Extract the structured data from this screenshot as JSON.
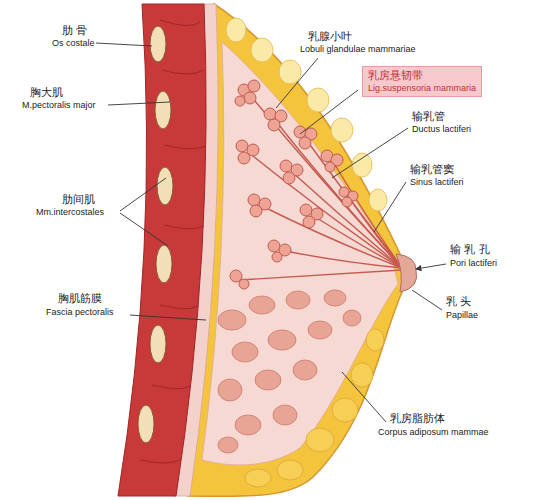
{
  "diagram": {
    "nodes": [
      {
        "text": [
          "乳房悬韧带",
          "Lig.suspensoria mammaria"
        ]
      }
    ],
    "labels": [
      "肋 骨",
      "Os costale",
      "胸大肌",
      "M.pectoralis major",
      "肋间肌",
      "Mm.intercostales",
      "胸肌筋膜",
      "Fascia pectoralis",
      "乳腺小叶",
      "Lobuli glandulae mammariae",
      "输乳管",
      "Ductus lactiferi",
      "输乳管窦",
      "Sinus lactiferi",
      "输 乳 孔",
      "Pori lactiferi",
      "乳 头",
      "Papillae",
      "乳房脂肪体",
      "Corpus adiposum mammae"
    ]
  }
}
